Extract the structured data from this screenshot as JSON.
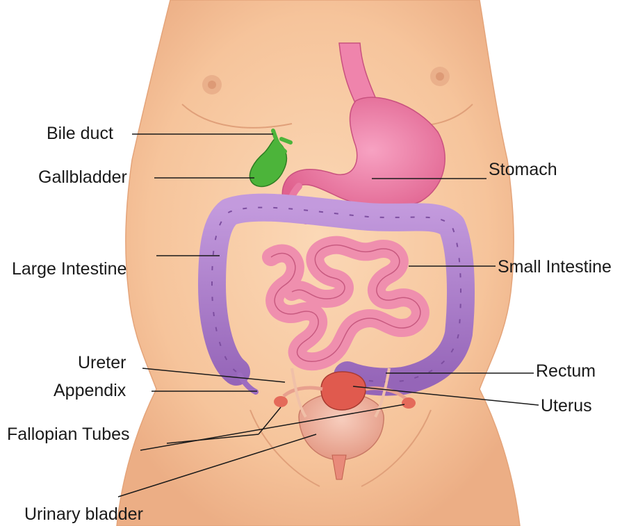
{
  "labels": {
    "bile_duct": "Bile duct",
    "gallbladder": "Gallbladder",
    "stomach": "Stomach",
    "large_intestine": "Large Intestine",
    "small_intestine": "Small Intestine",
    "ureter": "Ureter",
    "rectum": "Rectum",
    "appendix": "Appendix",
    "uterus": "Uterus",
    "fallopian_tubes": "Fallopian Tubes",
    "urinary_bladder": "Urinary bladder"
  },
  "colors": {
    "skin": "#f6c9a2",
    "skin_shadow": "#e9a97e",
    "stomach": "#ee79a6",
    "gallbladder": "#4cb43a",
    "large_intestine": "#a77bc7",
    "small_intestine": "#ef8fae",
    "uterus": "#e05a4e",
    "bladder": "#efb2a0",
    "leader_line": "#1a1a1a"
  }
}
